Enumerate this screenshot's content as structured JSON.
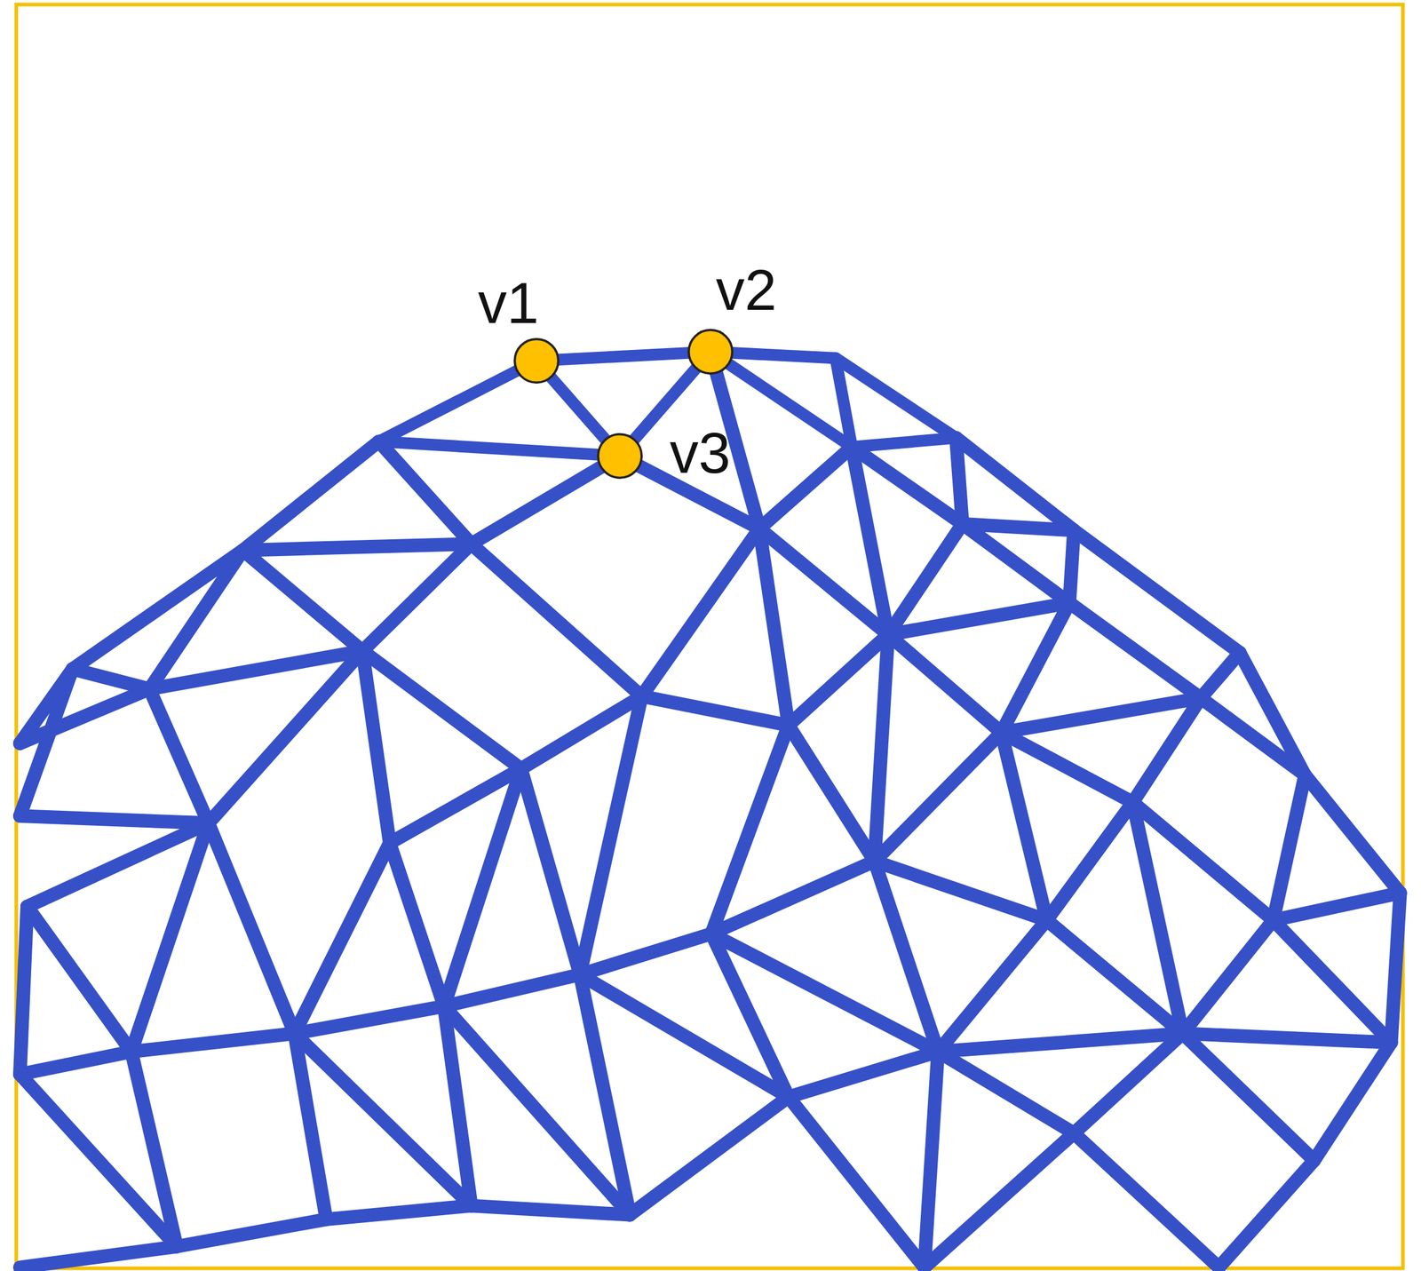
{
  "diagram": {
    "labels": [
      "v1",
      "v2",
      "v3"
    ]
  }
}
